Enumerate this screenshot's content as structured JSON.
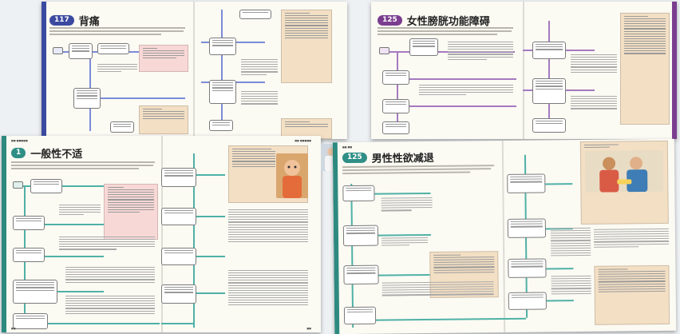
{
  "pages": [
    {
      "id": "p117",
      "badge": "117",
      "title": "背痛",
      "accent": "#3b4aa0",
      "flow_color": "#6f7fd0"
    },
    {
      "id": "p125",
      "badge": "125",
      "title": "女性膀胱功能障碍",
      "accent": "#7b3d8f",
      "flow_color": "#9a6ab2"
    },
    {
      "id": "p1",
      "badge": "1",
      "title": "一般性不适",
      "accent": "#2f8f86",
      "flow_color": "#3fa39a"
    },
    {
      "id": "p125b",
      "badge": "125",
      "title": "男性性欲减退",
      "accent": "#2f8f86",
      "flow_color": "#3fa39a"
    }
  ],
  "colors": {
    "background": "#eef1f4",
    "paper": "#fbfaf3",
    "pink_box": "#f8d8d6",
    "tan_box": "#f3dfc4",
    "blue_edge": "#3a4aa0",
    "purple_edge": "#7b3d8f",
    "teal_edge": "#2e8a80"
  },
  "icons": [
    "photo-child-icon",
    "photo-couple-icon",
    "photo-doctor-icon"
  ]
}
